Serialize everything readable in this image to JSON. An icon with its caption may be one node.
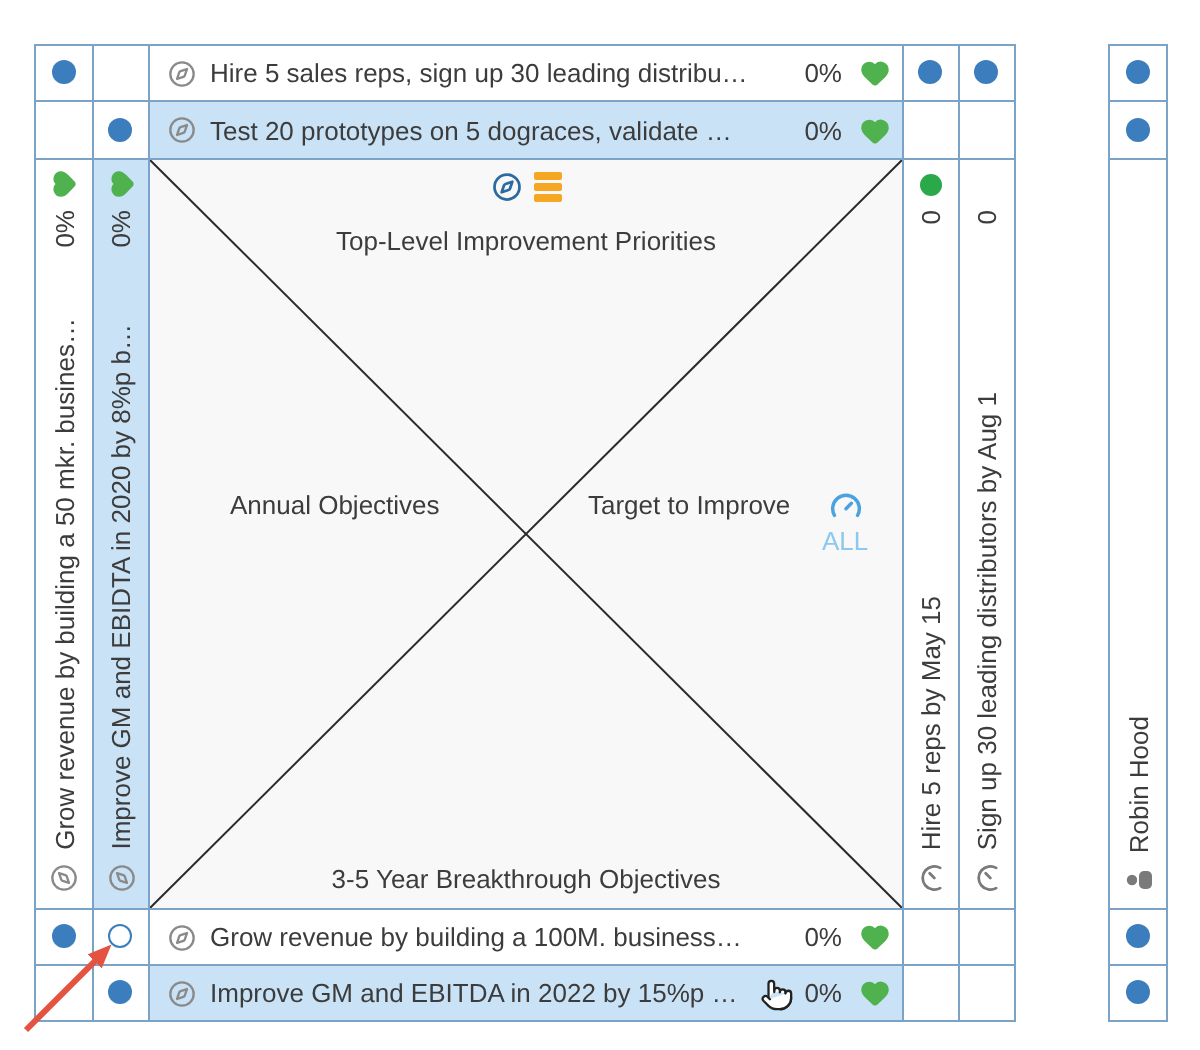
{
  "diagram": {
    "nodes": [
      {
        "text": [
          "Hire 5 sales reps, sign up 30 leading distribu…",
          "0%"
        ]
      },
      {
        "text": [
          "Test 20 prototypes on 5 dograces, validate …",
          "0%"
        ]
      },
      {
        "text": [
          "Grow revenue by building a 50 mkr. busines…",
          "0%"
        ]
      },
      {
        "text": [
          "Improve GM and EBIDTA in 2020 by 8%p b…",
          "0%"
        ]
      },
      {
        "text": [
          "Top-Level Improvement Priorities",
          "Annual Objectives",
          "Target to Improve",
          "ALL",
          "3-5 Year Breakthrough Objectives"
        ]
      },
      {
        "text": [
          "Hire 5 reps by May 15",
          "0"
        ]
      },
      {
        "text": [
          "Sign up 30 leading distributors by Aug 1",
          "0"
        ]
      },
      {
        "text": [
          "Robin Hood"
        ]
      },
      {
        "text": [
          "Grow revenue by building a 100M. business…",
          "0%"
        ]
      },
      {
        "text": [
          "Improve GM and EBITDA in 2022 by 15%p …",
          "0%"
        ]
      },
      {
        "text": [],
        "shape": "circle"
      }
    ],
    "edges": [
      {
        "from": null,
        "to": 10,
        "arrow": "to",
        "color": "#e4533f"
      }
    ]
  }
}
